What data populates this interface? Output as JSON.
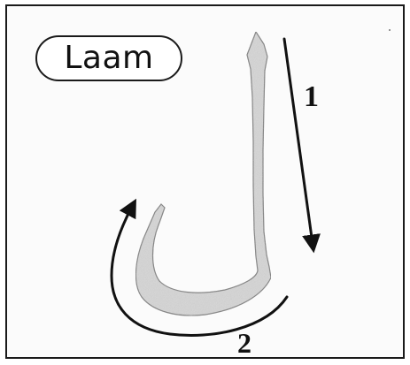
{
  "title": "Laam",
  "strokes": [
    {
      "number": "1"
    },
    {
      "number": "2"
    }
  ],
  "colors": {
    "letter_fill": "#d7d7d7",
    "ink": "#111111",
    "frame_bg": "#fbfbfb"
  }
}
